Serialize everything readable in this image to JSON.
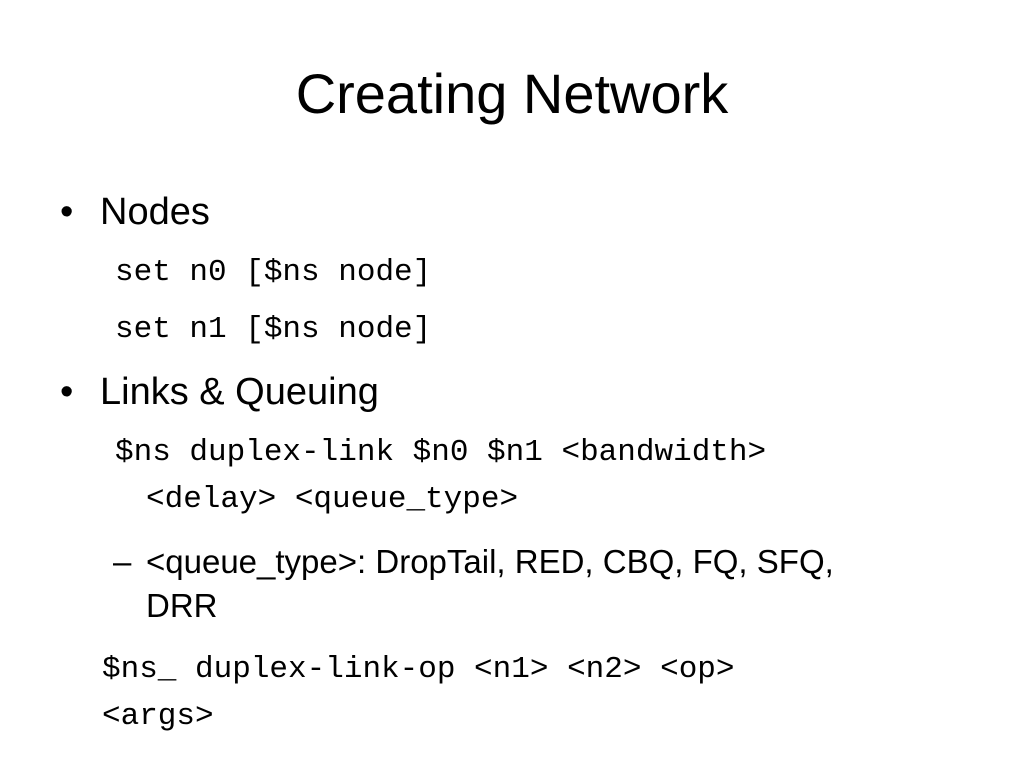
{
  "slide": {
    "title": "Creating Network",
    "bullet_glyph": "•",
    "dash_glyph": "–",
    "nodes": {
      "heading": "Nodes",
      "code": [
        "set n0 [$ns node]",
        "set n1 [$ns node]"
      ]
    },
    "links": {
      "heading": "Links & Queuing",
      "code_line1": "$ns duplex-link $n0 $n1 <bandwidth>",
      "code_line2": "<delay> <queue_type>",
      "sub_item": "<queue_type>: DropTail, RED, CBQ, FQ, SFQ, DRR"
    },
    "linkop": {
      "line1": "$ns_ duplex-link-op <n1> <n2> <op>",
      "line2": "<args>"
    }
  }
}
